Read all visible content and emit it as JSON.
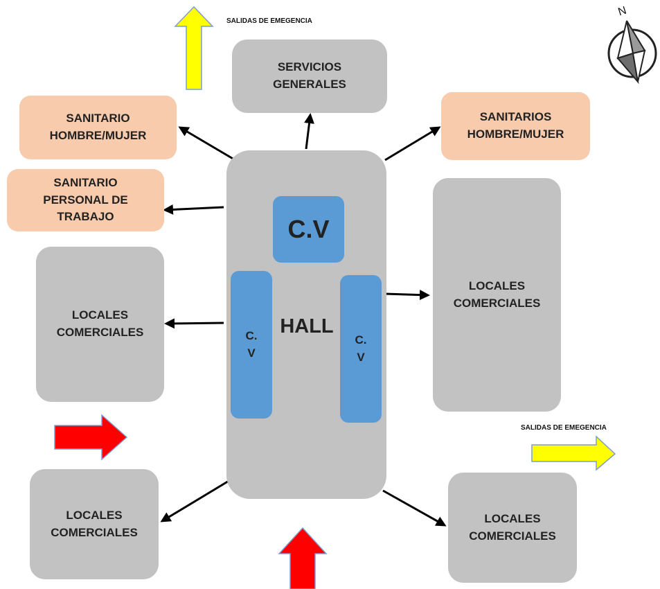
{
  "exits_label": "SALIDAS DE EMEGENCIA",
  "compass_letter": "N",
  "rooms": {
    "servicios": "SERVICIOS\nGENERALES",
    "sanitario_left": "SANITARIO\nHOMBRE/MUJER",
    "sanitarios_right": "SANITARIOS\nHOMBRE/MUJER",
    "sanitario_personal": "SANITARIO\nPERSONAL DE\nTRABAJO",
    "locales": "LOCALES\nCOMERCIALES",
    "hall": "HALL",
    "cv_top": "C.V",
    "cv_side": "C.\nV"
  },
  "colors": {
    "gray": "#c2c2c2",
    "peach": "#f8cbad",
    "blue": "#5b9bd5",
    "exit_arrow": "#ffff00",
    "entry_arrow": "#ff0000"
  }
}
